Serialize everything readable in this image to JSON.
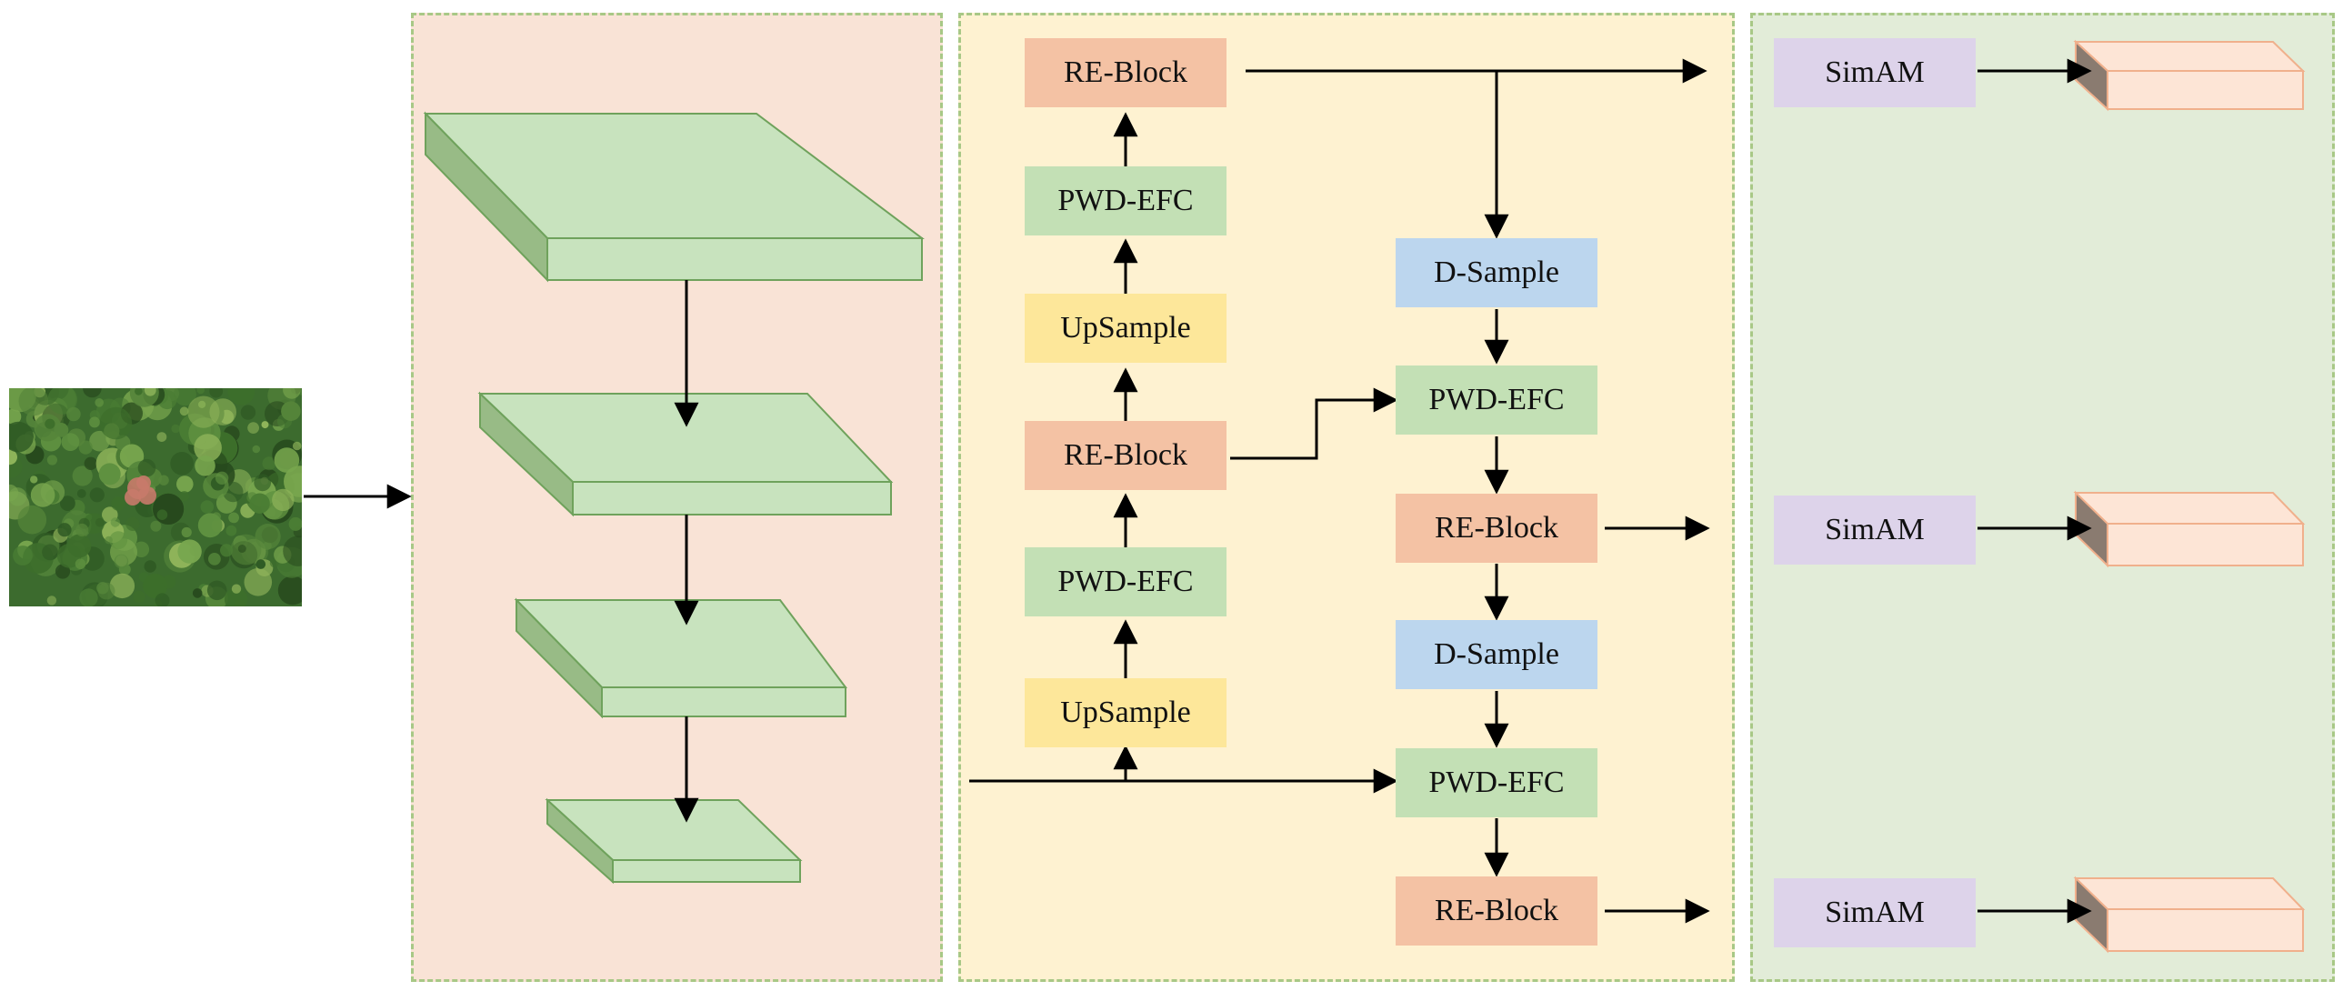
{
  "colors": {
    "backbone_panel": "#f9e3d6",
    "neck_panel": "#fef2d1",
    "head_panel": "#e2ecd8",
    "panel_border": "#a8c886",
    "re_block": "#f4c2a4",
    "pwd_efc": "#c3e0b5",
    "upsample": "#fde79a",
    "d_sample": "#bcd6ee",
    "simam": "#ddd3ea",
    "backbone_layer": "#c8e3be",
    "output_block": "#fde5d6",
    "arrow": "#000000"
  },
  "input_image": {
    "icon": "forest-canopy-aerial-photo"
  },
  "neck": {
    "left_column": {
      "re_block_top": "RE-Block",
      "pwd_efc_top": "PWD-EFC",
      "upsample_top": "UpSample",
      "re_block_mid": "RE-Block",
      "pwd_efc_mid": "PWD-EFC",
      "upsample_bottom": "UpSample"
    },
    "right_column": {
      "d_sample_top": "D-Sample",
      "pwd_efc_top": "PWD-EFC",
      "re_block_mid": "RE-Block",
      "d_sample_bottom": "D-Sample",
      "pwd_efc_bottom": "PWD-EFC",
      "re_block_bottom": "RE-Block"
    }
  },
  "head": {
    "simam_top": "SimAM",
    "simam_mid": "SimAM",
    "simam_bottom": "SimAM"
  }
}
